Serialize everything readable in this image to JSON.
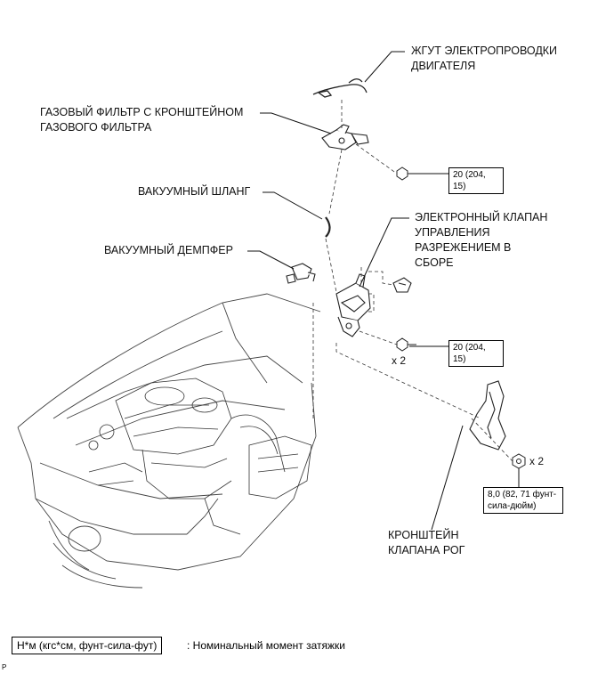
{
  "labels": {
    "harness": [
      "ЖГУТ ЭЛЕКТРОПРОВОДКИ",
      "ДВИГАТЕЛЯ"
    ],
    "gas_filter": [
      "ГАЗОВЫЙ ФИЛЬТР С КРОНШТЕЙНОМ",
      "ГАЗОВОГО ФИЛЬТРА"
    ],
    "vacuum_hose": [
      "ВАКУУМНЫЙ ШЛАНГ"
    ],
    "vacuum_valve": [
      "ЭЛЕКТРОННЫЙ КЛАПАН",
      "УПРАВЛЕНИЯ",
      "РАЗРЕЖЕНИЕМ В",
      "СБОРЕ"
    ],
    "vacuum_damper": [
      "ВАКУУМНЫЙ ДЕМПФЕР"
    ],
    "pog_bracket": [
      "КРОНШТЕЙН",
      "КЛАПАНА РОГ"
    ]
  },
  "torque": {
    "bolt1": "20 (204, 15)",
    "bolt2": "20 (204, 15)",
    "nut": [
      "8,0 (82, 71 фунт-",
      "сила-дюйм)"
    ]
  },
  "multipliers": {
    "bolt2": "x 2",
    "nut": "x 2"
  },
  "legend": {
    "box": "Н*м (кгс*см, фунт-сила-фут)",
    "text": ": Номинальный момент затяжки"
  },
  "corner_code": "P"
}
